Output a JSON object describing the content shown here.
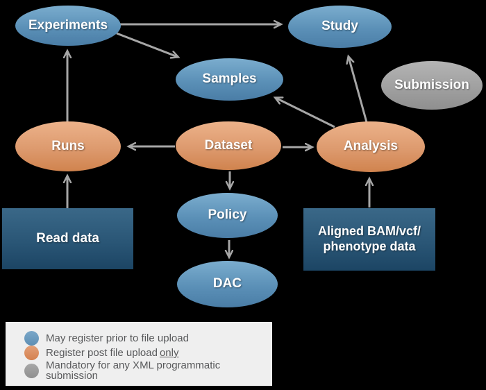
{
  "diagram": {
    "nodes": {
      "experiments": "Experiments",
      "study": "Study",
      "samples": "Samples",
      "submission": "Submission",
      "runs": "Runs",
      "dataset": "Dataset",
      "analysis": "Analysis",
      "policy": "Policy",
      "dac": "DAC",
      "read_data": "Read data",
      "aligned_line1": "Aligned BAM/vcf/",
      "aligned_line2": "phenotype data"
    },
    "edges": [
      {
        "from": "Experiments",
        "to": "Study"
      },
      {
        "from": "Experiments",
        "to": "Samples"
      },
      {
        "from": "Runs",
        "to": "Experiments"
      },
      {
        "from": "Read data",
        "to": "Runs"
      },
      {
        "from": "Dataset",
        "to": "Runs"
      },
      {
        "from": "Dataset",
        "to": "Analysis"
      },
      {
        "from": "Analysis",
        "to": "Samples"
      },
      {
        "from": "Analysis",
        "to": "Study"
      },
      {
        "from": "Dataset",
        "to": "Policy"
      },
      {
        "from": "Policy",
        "to": "DAC"
      },
      {
        "from": "Aligned BAM/vcf/phenotype data",
        "to": "Analysis"
      }
    ],
    "colors": {
      "node_blue": "#5b90b7",
      "node_orange": "#dd9a6e",
      "node_gray": "#a0a0a0",
      "box_blue": "#2a5676",
      "arrow": "#a6a6a6",
      "canvas_background": "#000000"
    }
  },
  "legend": {
    "background": "#efefef",
    "text_color": "#58595b",
    "items": [
      {
        "color": "#6f9dc0",
        "text": "May register prior to file upload"
      },
      {
        "color": "#dd9168",
        "text": "Register post file upload",
        "underlined": "only"
      },
      {
        "color": "#9b9b9b",
        "text": "Mandatory for any XML programmatic submission"
      }
    ]
  }
}
